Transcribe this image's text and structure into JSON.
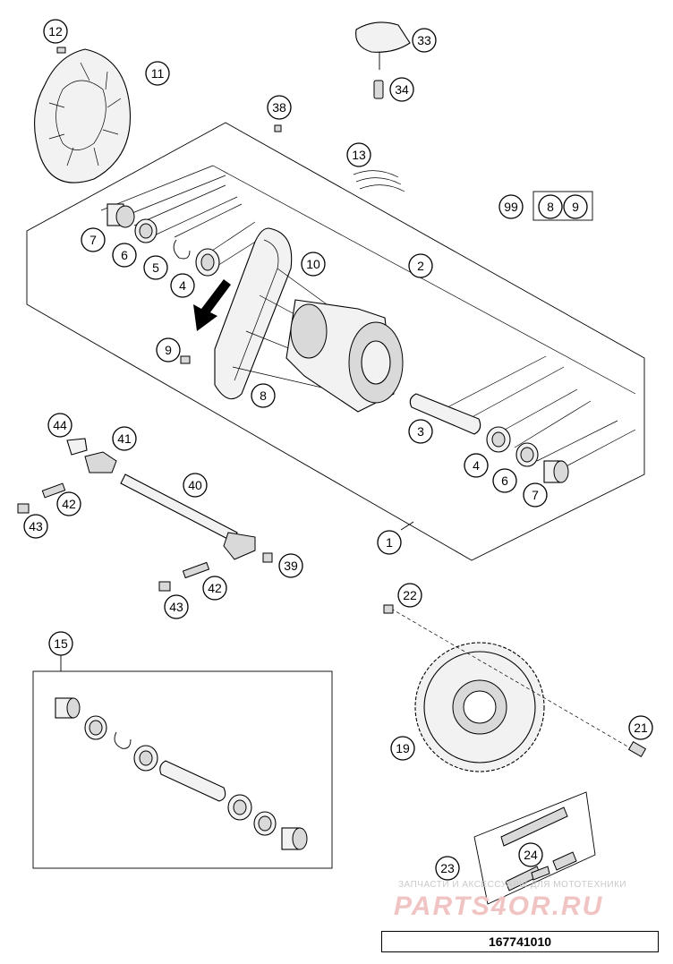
{
  "diagram": {
    "callouts": {
      "c1": "1",
      "c2": "2",
      "c3": "3",
      "c4a": "4",
      "c4b": "4",
      "c5": "5",
      "c6a": "6",
      "c6b": "6",
      "c7a": "7",
      "c7b": "7",
      "c8a": "8",
      "c8b": "8",
      "c9a": "9",
      "c9b": "9",
      "c10": "10",
      "c11": "11",
      "c12": "12",
      "c13": "13",
      "c15": "15",
      "c19": "19",
      "c21": "21",
      "c22": "22",
      "c23": "23",
      "c24": "24",
      "c33": "33",
      "c34": "34",
      "c38": "38",
      "c39": "39",
      "c40": "40",
      "c41": "41",
      "c42a": "42",
      "c42b": "42",
      "c43a": "43",
      "c43b": "43",
      "c44": "44",
      "c99": "99"
    }
  },
  "watermark": {
    "top_text": "ЗАПЧАСТИ И АКСЕССУАРЫ ДЛЯ МОТОТЕХНИКИ",
    "logo_text": "PARTS4OR.RU"
  },
  "catalog_number": "167741010"
}
